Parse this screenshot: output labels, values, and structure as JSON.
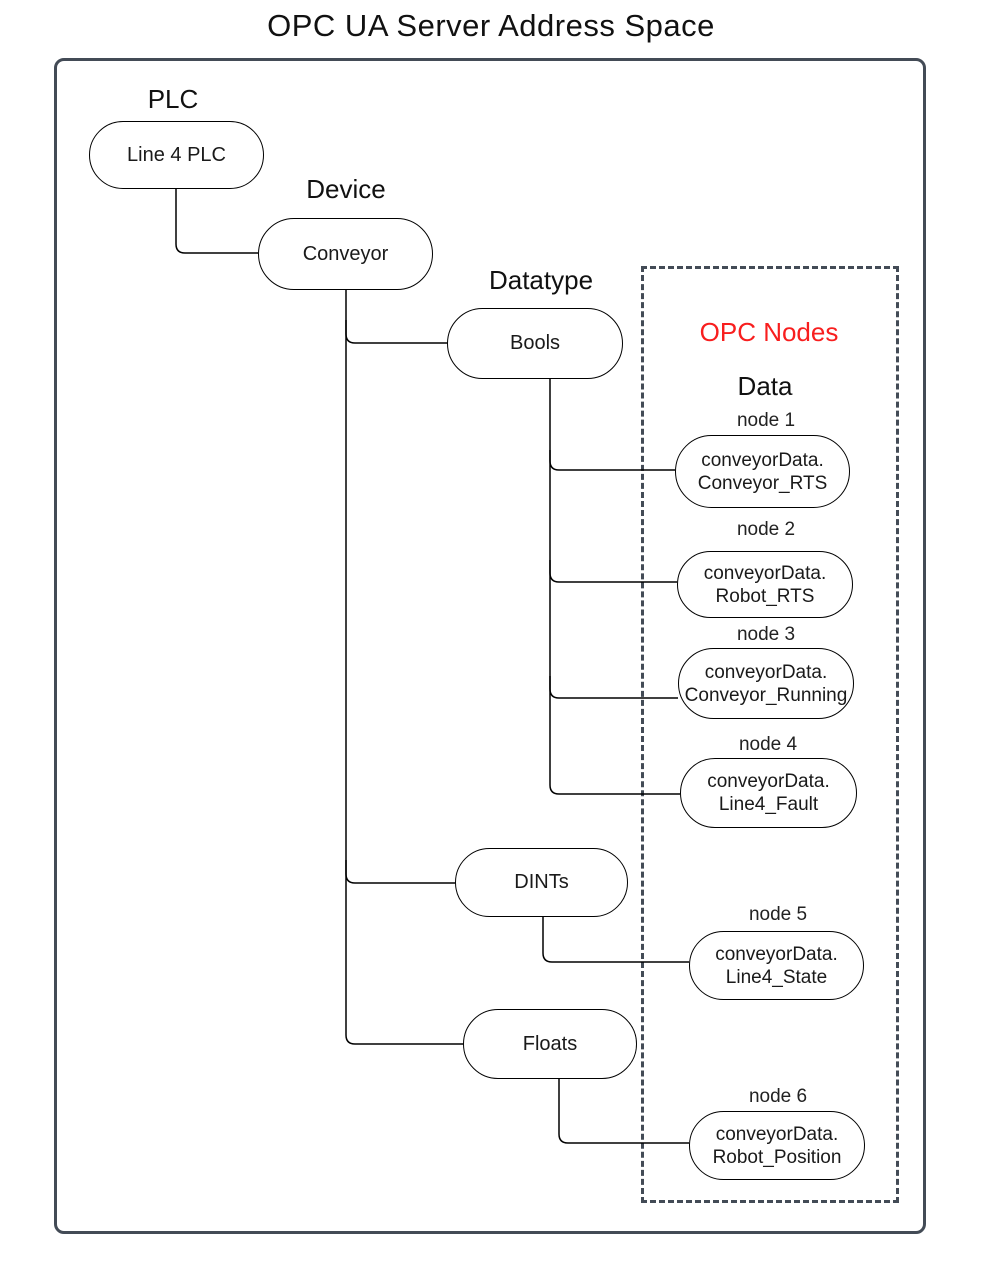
{
  "title": "OPC UA Server Address Space",
  "colors": {
    "opc_nodes_label": "#f81e1e",
    "frame": "#434b56",
    "connector": "#000000"
  },
  "labels": {
    "plc": "PLC",
    "device": "Device",
    "datatype": "Datatype",
    "opc_nodes": "OPC Nodes",
    "data": "Data"
  },
  "tree": {
    "plc_node": "Line 4 PLC",
    "device_node": "Conveyor",
    "datatype_bools": "Bools",
    "datatype_dints": "DINTs",
    "datatype_floats": "Floats"
  },
  "opc_nodes": [
    {
      "label": "node 1",
      "line1": "conveyorData.",
      "line2": "Conveyor_RTS"
    },
    {
      "label": "node 2",
      "line1": "conveyorData.",
      "line2": "Robot_RTS"
    },
    {
      "label": "node 3",
      "line1": "conveyorData.",
      "line2": "Conveyor_Running"
    },
    {
      "label": "node 4",
      "line1": "conveyorData.",
      "line2": "Line4_Fault"
    },
    {
      "label": "node 5",
      "line1": "conveyorData.",
      "line2": "Line4_State"
    },
    {
      "label": "node 6",
      "line1": "conveyorData.",
      "line2": "Robot_Position"
    }
  ]
}
